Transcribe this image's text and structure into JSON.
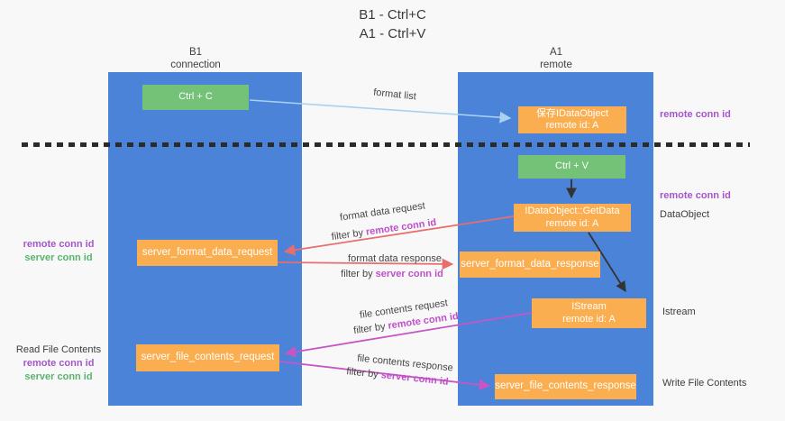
{
  "title": {
    "line1": "B1 - Ctrl+C",
    "line2": "A1 - Ctrl+V"
  },
  "columns": {
    "left": {
      "name": "B1",
      "role": "connection"
    },
    "right": {
      "name": "A1",
      "role": "remote"
    }
  },
  "nodes": {
    "ctrl_c": {
      "label": "Ctrl + C"
    },
    "ctrl_v": {
      "label": "Ctrl + V"
    },
    "save_idataobject": {
      "line1": "保存IDataObject",
      "line2": "remote id: A"
    },
    "getdata": {
      "line1": "IDataObject::GetData",
      "line2": "remote id: A"
    },
    "istream": {
      "line1": "IStream",
      "line2": "remote id: A"
    },
    "server_format_data_request": {
      "label": "server_format_data_request"
    },
    "server_format_data_response": {
      "label": "server_format_data_response"
    },
    "server_file_contents_request": {
      "label": "server_file_contents_request"
    },
    "server_file_contents_response": {
      "label": "server_file_contents_response"
    }
  },
  "arrow_labels": {
    "format_list": "format list",
    "filter_by": "filter by ",
    "format_data_request": "format data request",
    "format_data_request_filter_key": "remote conn id",
    "format_data_response": "format data response",
    "format_data_response_filter_key": "server conn id",
    "file_contents_request": "file contents request",
    "file_contents_request_filter_key": "remote conn id",
    "file_contents_response": "file contents response",
    "file_contents_response_filter_key": "server conn id"
  },
  "side_labels": {
    "left_top": {
      "remote": "remote conn id",
      "server": "server conn id"
    },
    "left_bottom": {
      "title": "Read File Contents",
      "remote": "remote conn id",
      "server": "server conn id"
    },
    "right": {
      "remote_conn_id_top": "remote conn id",
      "remote_conn_id_mid": "remote conn id",
      "dataobject": "DataObject",
      "istream": "Istream",
      "write_file_contents": "Write File Contents"
    }
  },
  "colors": {
    "background": "#f8f8f9",
    "column_blue": "#4b83d9",
    "box_green": "#74c178",
    "box_orange": "#fbae4f",
    "label_purple": "#a457c9",
    "label_magenta": "#bf4fc9",
    "label_green": "#57b56b",
    "arrow_blue": "#a9d1ef",
    "arrow_red": "#e66e6e",
    "arrow_magenta": "#c457c4",
    "arrow_black": "#333333",
    "dash_line": "#2b2b2b"
  }
}
